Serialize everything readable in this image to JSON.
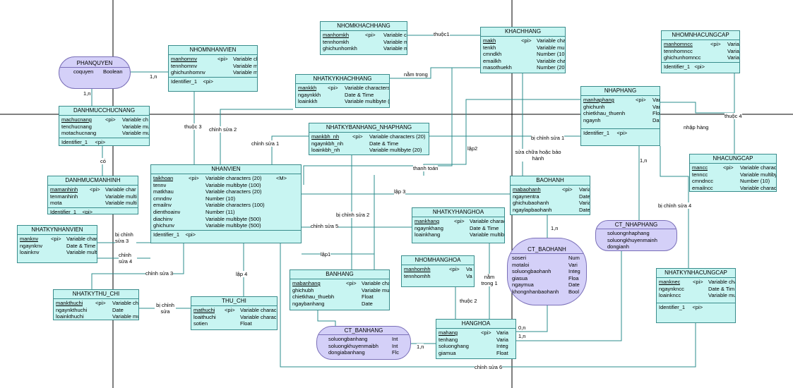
{
  "entities": [
    {
      "id": "nhomkhachhang",
      "title": "NHOMKHACHHANG",
      "columns": [
        [
          "manhomkh",
          "<pi>",
          "Variable cha"
        ],
        [
          "tennhomkh",
          "",
          "Variable m"
        ],
        [
          "ghichunhomkh",
          "",
          "Variable m"
        ]
      ]
    },
    {
      "id": "khachhang",
      "title": "KHACHHANG",
      "columns": [
        [
          "makh",
          "<pi>",
          "Variable chara"
        ],
        [
          "tenkh",
          "",
          "Variable multi"
        ],
        [
          "cmndkh",
          "",
          "Number (10)"
        ],
        [
          "emailkh",
          "",
          "Variable chara"
        ],
        [
          "masothuekh",
          "",
          "Number (20)"
        ]
      ]
    },
    {
      "id": "nhomnhacungcap",
      "title": "NHOMNHACUNGCAP",
      "columns": [
        [
          "manhomncc",
          "<pi>",
          "Variable"
        ],
        [
          "tennhomncc",
          "",
          "Variable"
        ],
        [
          "ghichunhomncc",
          "",
          "Variable"
        ]
      ],
      "identifier": "Identifier_1",
      "identifier_pi": "<pi>"
    },
    {
      "id": "nhomnhanvien",
      "title": "NHOMNHANVIEN",
      "columns": [
        [
          "manhomnv",
          "<pi>",
          "Variable ch"
        ],
        [
          "tennhomnv",
          "",
          "Variable m"
        ],
        [
          "ghichunhomnv",
          "",
          "Variable m"
        ]
      ],
      "identifier": "Identifier_1",
      "identifier_pi": "<pi>"
    },
    {
      "id": "nhatkykhachhang",
      "title": "NHATKYKHACHHANG",
      "columns": [
        [
          "mankkh",
          "<pi>",
          "Variable characters"
        ],
        [
          "ngaynkkh",
          "",
          "Date & Time"
        ],
        [
          "loainkkh",
          "",
          "Variable multibyte (20)"
        ]
      ]
    },
    {
      "id": "nhapphang",
      "title": "NHAPHANG",
      "columns": [
        [
          "manhaphang",
          "<pi>",
          "Var"
        ],
        [
          "ghichunh",
          "",
          "Vari"
        ],
        [
          "chietkhau_thuenh",
          "",
          "Floa"
        ],
        [
          "ngaynh",
          "",
          "Dat"
        ]
      ],
      "identifier": "Identifier_1",
      "identifier_pi": "<pi>"
    },
    {
      "id": "danhmucchucnang",
      "title": "DANHMUCCHUCNANG",
      "columns": [
        [
          "machucnang",
          "<pi>",
          "Variable ch"
        ],
        [
          "tenchucnang",
          "",
          "Variable mu"
        ],
        [
          "motachucnang",
          "",
          "Variable mu"
        ]
      ],
      "identifier": "Identifier_1",
      "identifier_pi": "<pi>"
    },
    {
      "id": "nhatkybanhang",
      "title": "NHATKYBANHANG_NHAPHANG",
      "columns": [
        [
          "mankbh_nh",
          "<pi>",
          "Variable characters (20)"
        ],
        [
          "ngaynkbh_nh",
          "",
          "Date & Time"
        ],
        [
          "loainkbh_nh",
          "",
          "Variable multibyte (20)"
        ]
      ]
    },
    {
      "id": "nhacungcap",
      "title": "NHACUNGCAP",
      "columns": [
        [
          "mancc",
          "<pi>",
          "Variable charact"
        ],
        [
          "tenncc",
          "",
          "Variable multibyt"
        ],
        [
          "cmndncc",
          "",
          "Number (10)"
        ],
        [
          "emailncc",
          "",
          "Variable charact"
        ]
      ]
    },
    {
      "id": "danhmucmanhinh",
      "title": "DANHMUCMANHINH",
      "columns": [
        [
          "mamanhinh",
          "<pi>",
          "Variable char"
        ],
        [
          "tenmanhinh",
          "",
          "Variable multi"
        ],
        [
          "mota",
          "",
          "Variable multi"
        ]
      ],
      "identifier": "Identifier_1",
      "identifier_pi": "<pi>"
    },
    {
      "id": "nhanvien",
      "title": "NHANVIEN",
      "columns": [
        [
          "taikhoan",
          "<pi>",
          "Variable characters (20)",
          "<M>"
        ],
        [
          "tennv",
          "",
          "Variable multibyte (100)",
          ""
        ],
        [
          "matkhau",
          "",
          "Variable characters (20)",
          ""
        ],
        [
          "cmndnv",
          "",
          "Number (10)",
          ""
        ],
        [
          "emailnv",
          "",
          "Variable characters (100)",
          ""
        ],
        [
          "dienthoainv",
          "",
          "Number (11)",
          ""
        ],
        [
          "diachinv",
          "",
          "Variable multibyte (500)",
          ""
        ],
        [
          "ghichunv",
          "",
          "Variable multibyte (500)",
          ""
        ]
      ],
      "identifier": "Identifier_1",
      "identifier_pi": "<pi>"
    },
    {
      "id": "baohanh",
      "title": "BAOHANH",
      "columns": [
        [
          "mabaohanh",
          "<pi>",
          "Varial"
        ],
        [
          "ngaynentra",
          "",
          "Date"
        ],
        [
          "ghichubaohanh",
          "",
          "Varial"
        ],
        [
          "ngaylapbaohanh",
          "",
          "Date"
        ]
      ]
    },
    {
      "id": "nhatkyhanghoa",
      "title": "NHATKYHANGHOA",
      "columns": [
        [
          "mankhang",
          "<pi>",
          "Variable charac"
        ],
        [
          "ngaynkhang",
          "",
          "Date & Time"
        ],
        [
          "loainkhang",
          "",
          "Variable multib"
        ]
      ]
    },
    {
      "id": "nhatkynhanvien",
      "title": "NHATKYNHANVIEN",
      "columns": [
        [
          "manknv",
          "<pi>",
          "Variable chara"
        ],
        [
          "ngaynknv",
          "",
          "Date & Time"
        ],
        [
          "loainknv",
          "",
          "Variable multib"
        ]
      ]
    },
    {
      "id": "nhomhanghoa",
      "title": "NHOMHANGHOA",
      "columns": [
        [
          "manhomhh",
          "<pi>",
          "Va"
        ],
        [
          "tennhomhh",
          "",
          "Va"
        ]
      ]
    },
    {
      "id": "banhang",
      "title": "BANHANG",
      "columns": [
        [
          "mabanhang",
          "<pi>",
          "Variable chara"
        ],
        [
          "ghichubh",
          "",
          "Variable multib"
        ],
        [
          "chietkhau_thuebh",
          "",
          "Float"
        ],
        [
          "ngaybanhang",
          "",
          "Date"
        ]
      ]
    },
    {
      "id": "nhatkynhacungcap",
      "title": "NHATKYNHACUNGCAP",
      "columns": [
        [
          "manknec",
          "<pi>",
          "Variable cha"
        ],
        [
          "ngaynkncc",
          "",
          "Date & Tim"
        ],
        [
          "loainkncc",
          "",
          "Variable mu"
        ]
      ],
      "identifier": "Identifier_1",
      "identifier_pi": "<pi>"
    },
    {
      "id": "nhatkythuchi",
      "title": "NHATKYTHU_CHI",
      "columns": [
        [
          "mankthuchi",
          "<pi>",
          "Variable ch"
        ],
        [
          "ngaynkthuchi",
          "",
          "Date"
        ],
        [
          "loainkthuchi",
          "",
          "Variable mu"
        ]
      ]
    },
    {
      "id": "thuchi",
      "title": "THU_CHI",
      "columns": [
        [
          "mathuchi",
          "<pi>",
          "Variable charac"
        ],
        [
          "loaithuchi",
          "",
          "Variable charac"
        ],
        [
          "sotien",
          "",
          "Float"
        ]
      ]
    },
    {
      "id": "hanghoa",
      "title": "HANGHOA",
      "columns": [
        [
          "mahang",
          "<pi>",
          "Varia"
        ],
        [
          "tenhang",
          "",
          "Varia"
        ],
        [
          "soluonghang",
          "",
          "Integ"
        ],
        [
          "giamua",
          "",
          "Float"
        ]
      ]
    }
  ],
  "relations": [
    {
      "id": "phanquyen",
      "title": "PHANQUYEN",
      "rows": [
        [
          "coquyen",
          "Boolean"
        ]
      ]
    },
    {
      "id": "ct_nhaphang",
      "title": "CT_NHAPHANG",
      "rows": [
        [
          "soluongnhaphang",
          ""
        ],
        [
          "soluongkhuyenmainh",
          ""
        ],
        [
          "dongianh",
          ""
        ]
      ]
    },
    {
      "id": "ct_baohanh",
      "title": "CT_BAOHANH",
      "rows": [
        [
          "soseri",
          "Num"
        ],
        [
          "motaloi",
          "Vari"
        ],
        [
          "soluongbaohanh",
          "Integ"
        ],
        [
          "giasua",
          "Floa"
        ],
        [
          "ngaymua",
          "Date"
        ],
        [
          "khongnhanbaohanh",
          "Bool"
        ]
      ]
    },
    {
      "id": "ct_banhang",
      "title": "CT_BANHANG",
      "rows": [
        [
          "soluongbanhang",
          "Int"
        ],
        [
          "soluongkhuyenmaibh",
          "Int"
        ],
        [
          "dongiabanhang",
          "Flc"
        ]
      ]
    }
  ],
  "labels": [
    "thuộc1",
    "nằm trong",
    "1,n",
    "1,n",
    "thuộc 3",
    "chỉnh sửa 2",
    "chỉnh sửa 1",
    "có",
    "bị chỉnh sửa 1",
    "lập2",
    "sửa chữa hoặc bảo hành",
    "thuộc 4",
    "nhập hàng",
    "thanh toán",
    "lập 3",
    "bị chỉnh sửa 2",
    "1,n",
    "chỉnh sửa 5",
    "bị chỉnh sửa 4",
    "bị chỉnh sửa 3",
    "chỉnh sửa 4",
    "lập1",
    "1,n",
    "nằm trong 1",
    "chỉnh sửa 3",
    "lập 4",
    "bị chỉnh sửa",
    "thuộc 2",
    "0,n",
    "1,n",
    "1,n",
    "chỉnh sửa 6"
  ]
}
